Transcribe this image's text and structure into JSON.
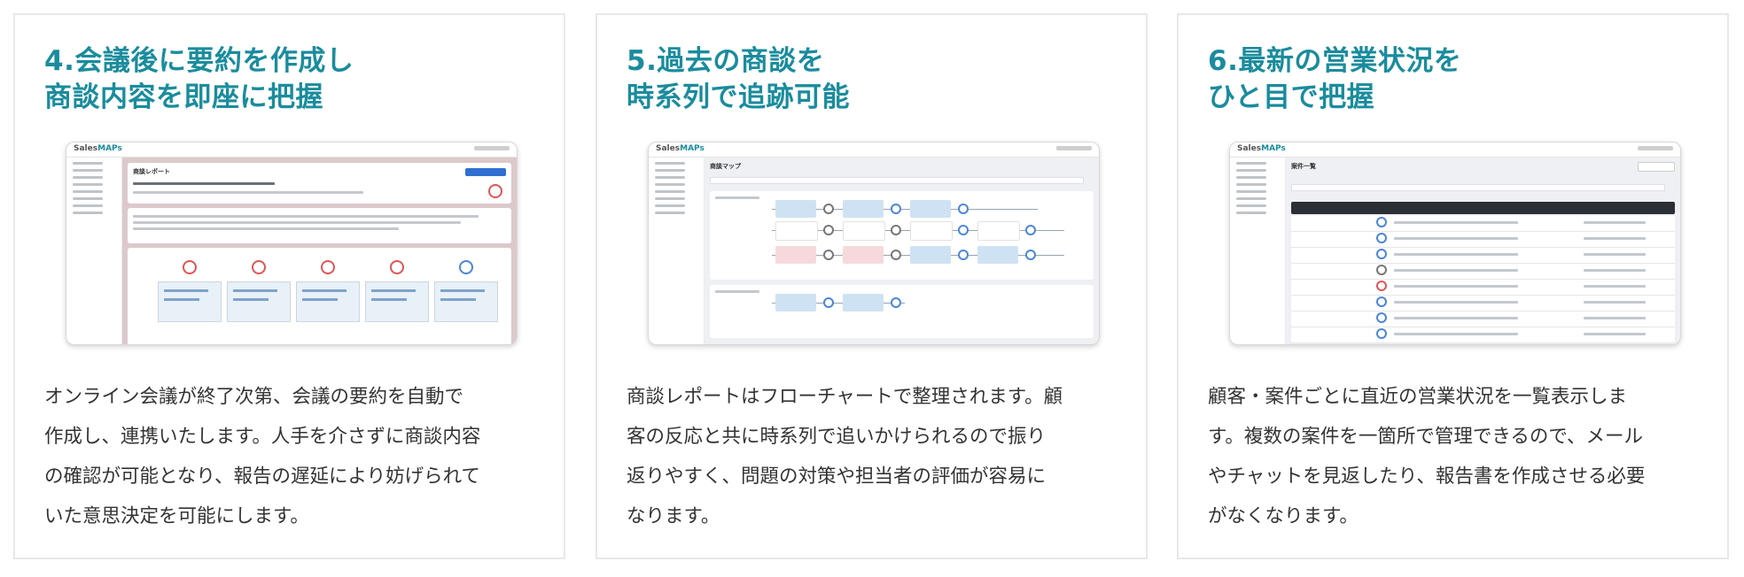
{
  "cards": [
    {
      "title_line1": "4.会議後に要約を作成し",
      "title_line2": "商談内容を即座に把握",
      "body_lines": [
        "オンライン会議が終了次第、会議の要約を自動で",
        "作成し、連携いたします。人手を介さずに商談内容",
        "の確認が可能となり、報告の遅延により妨げられて",
        "いた意思決定を可能にします。"
      ],
      "brand_prefix": "Sales",
      "brand_suffix": "MAPs",
      "screen": "商談レポート"
    },
    {
      "title_line1": "5.過去の商談を",
      "title_line2": "時系列で追跡可能",
      "body_lines": [
        "商談レポートはフローチャートで整理されます。顧",
        "客の反応と共に時系列で追いかけられるので振り",
        "返りやすく、問題の対策や担当者の評価が容易に",
        "なります。"
      ],
      "brand_prefix": "Sales",
      "brand_suffix": "MAPs",
      "screen": "商談マップ"
    },
    {
      "title_line1": "6.最新の営業状況を",
      "title_line2": "ひと目で把握",
      "body_lines": [
        "顧客・案件ごとに直近の営業状況を一覧表示しま",
        "す。複数の案件を一箇所で管理できるので、メール",
        "やチャットを見返したり、報告書を作成させる必要",
        "がなくなります。"
      ],
      "brand_prefix": "Sales",
      "brand_suffix": "MAPs",
      "screen": "案件一覧"
    }
  ],
  "colors": {
    "accent": "#1a8c9d",
    "text": "#333333",
    "border": "#e8e8e8"
  }
}
